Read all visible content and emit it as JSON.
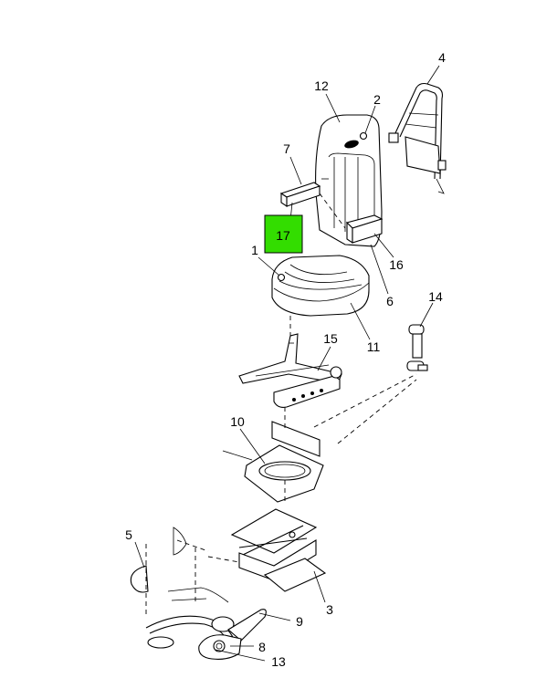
{
  "callouts": {
    "c1": "1",
    "c2": "2",
    "c3": "3",
    "c4": "4",
    "c5": "5",
    "c6": "6",
    "c7": "7",
    "c8": "8",
    "c9": "9",
    "c10": "10",
    "c11": "11",
    "c12": "12",
    "c13": "13",
    "c14": "14",
    "c15": "15",
    "c16": "16",
    "c17": "17"
  },
  "colors": {
    "highlight": "#33dd00",
    "line": "#000000",
    "background": "#ffffff"
  },
  "highlighted_part": "17"
}
